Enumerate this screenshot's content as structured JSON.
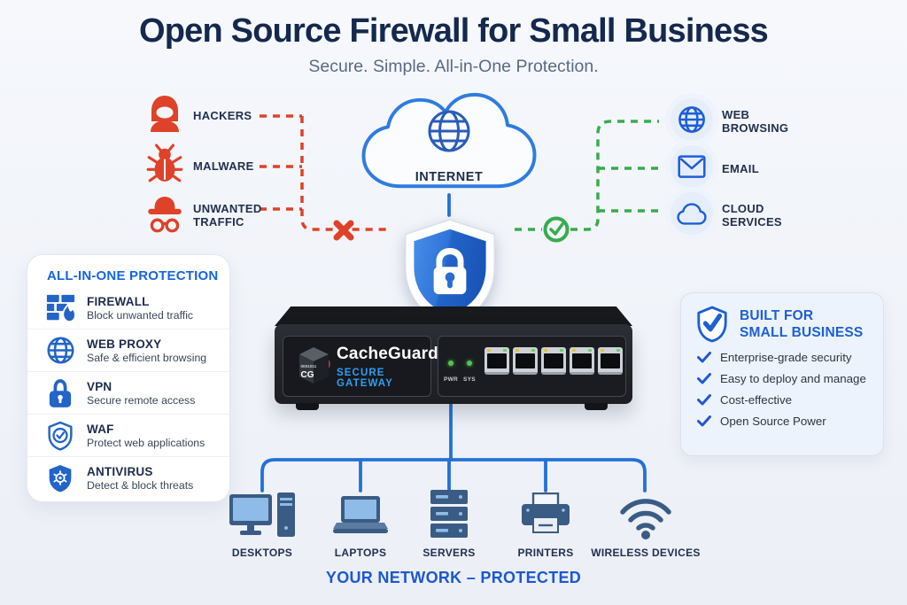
{
  "colors": {
    "red": "#de4229",
    "green": "#38ab4e",
    "blue": "#2368cf",
    "line_blue": "#2470d6",
    "navy": "#15284d",
    "panel_blue": "#1565e0",
    "gateway_blue": "#2f9ff2"
  },
  "header": {
    "title": "Open Source Firewall for Small Business",
    "subtitle": "Secure. Simple. All-in-One Protection."
  },
  "threats": {
    "items": [
      {
        "label": "HACKERS",
        "icon": "hacker-icon"
      },
      {
        "label": "MALWARE",
        "icon": "malware-bug-icon"
      },
      {
        "label": "UNWANTED TRAFFIC",
        "icon": "spy-icon"
      }
    ]
  },
  "internet": {
    "label": "INTERNET",
    "icon": "globe-icon"
  },
  "filtering": {
    "blocked_icon": "blocked-x-icon",
    "allowed_icon": "allowed-check-icon",
    "shield_icon": "shield-lock-icon"
  },
  "services": {
    "items": [
      {
        "label": "WEB BROWSING",
        "icon": "web-globe-icon"
      },
      {
        "label": "EMAIL",
        "icon": "email-icon"
      },
      {
        "label": "CLOUD SERVICES",
        "icon": "cloud-icon"
      }
    ]
  },
  "protection_panel": {
    "title": "ALL-IN-ONE PROTECTION",
    "items": [
      {
        "name": "FIREWALL",
        "desc": "Block unwanted traffic",
        "icon": "firewall-icon"
      },
      {
        "name": "WEB PROXY",
        "desc": "Safe & efficient browsing",
        "icon": "web-proxy-globe-icon"
      },
      {
        "name": "VPN",
        "desc": "Secure remote access",
        "icon": "vpn-lock-icon"
      },
      {
        "name": "WAF",
        "desc": "Protect web applications",
        "icon": "waf-shield-icon"
      },
      {
        "name": "ANTIVIRUS",
        "desc": "Detect & block threats",
        "icon": "antivirus-shield-icon"
      }
    ]
  },
  "business_panel": {
    "icon": "shield-check-icon",
    "title_line1": "BUILT FOR",
    "title_line2": "SMALL BUSINESS",
    "items": [
      "Enterprise-grade security",
      "Easy to deploy and manage",
      "Cost-effective",
      "Open Source Power"
    ]
  },
  "device": {
    "brand": "CacheGuard",
    "tagline": "SECURE GATEWAY",
    "logo_text": "CG",
    "logo_binary": "0001011",
    "led_labels": [
      "PWR",
      "SYS"
    ],
    "port_count": 5
  },
  "network": {
    "devices": [
      {
        "label": "DESKTOPS",
        "icon": "desktop-icon"
      },
      {
        "label": "LAPTOPS",
        "icon": "laptop-icon"
      },
      {
        "label": "SERVERS",
        "icon": "server-icon"
      },
      {
        "label": "PRINTERS",
        "icon": "printer-icon"
      },
      {
        "label": "WIRELESS DEVICES",
        "icon": "wifi-icon"
      }
    ],
    "footer": "YOUR NETWORK – PROTECTED"
  }
}
